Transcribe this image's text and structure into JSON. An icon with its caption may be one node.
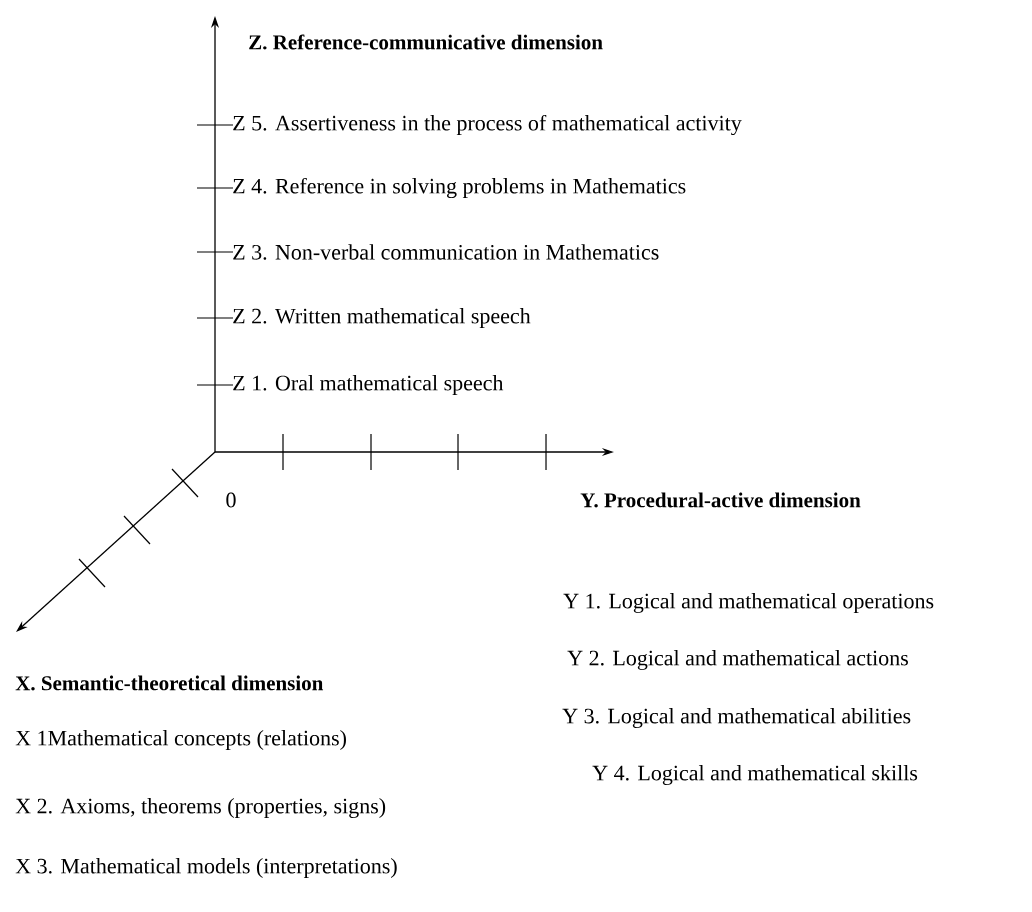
{
  "diagram": {
    "labels": [
      "Z. Reference-communicative dimension",
      "Z 5. Assertiveness in the process of mathematical activity",
      "Z 4. Reference in solving problems in Mathematics",
      "Z 3. Non-verbal communication in Mathematics",
      "Z 2. Written mathematical speech",
      "Z 1. Oral mathematical speech",
      "0",
      "Y. Procedural-active dimension",
      "Y 1. Logical and mathematical operations",
      "Y 2. Logical and mathematical actions",
      "Y 3. Logical and mathematical abilities",
      "Y 4. Logical and mathematical skills",
      "X. Semantic-theoretical dimension",
      "X 1Mathematical concepts (relations)",
      "X 2. Axioms, theorems (properties, signs)",
      "X 3. Mathematical models (interpretations)"
    ]
  }
}
